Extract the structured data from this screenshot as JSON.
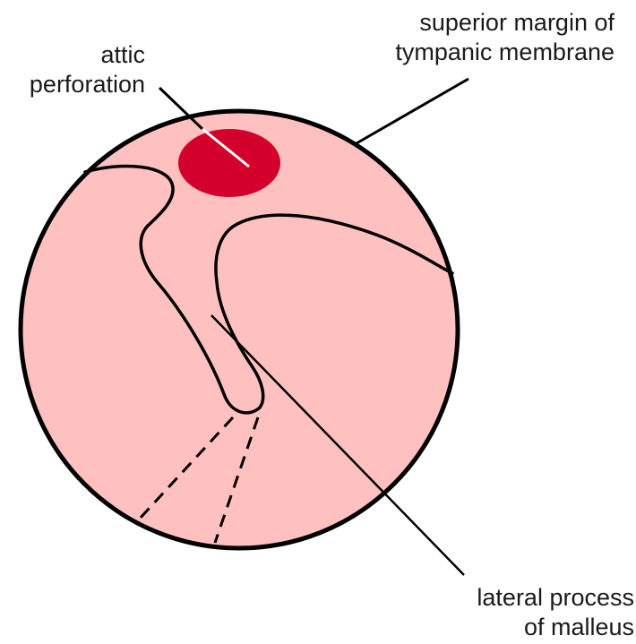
{
  "labels": {
    "attic_perforation": {
      "line1": "attic",
      "line2": "perforation"
    },
    "superior_margin": {
      "line1": "superior margin of",
      "line2": "tympanic membrane"
    },
    "lateral_process": {
      "line1": "lateral process",
      "line2": "of malleus"
    }
  },
  "colors": {
    "membrane_fill": "#ffc0c0",
    "perforation_fill": "#d2002a",
    "outline": "#000000",
    "background": "#ffffff"
  }
}
